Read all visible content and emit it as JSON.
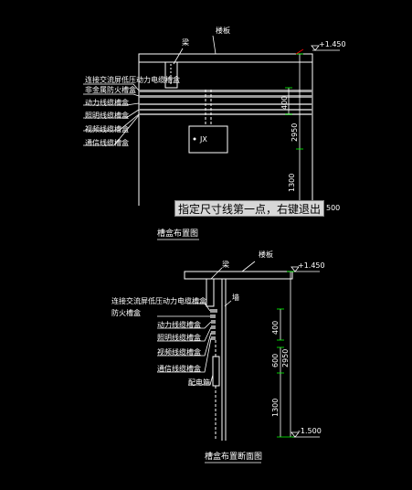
{
  "colors": {
    "background": "#000000",
    "line_white": "#ffffff",
    "line_yellow": "#ffff00",
    "tray_gray": "#9a9a9a",
    "dim_green": "#00ff00",
    "dim_red": "#ff0000",
    "tooltip_bg": "#d7d7d7"
  },
  "plan": {
    "beam_label": "梁",
    "floor_label": "楼板",
    "elev_top": "+1.450",
    "tray_labels": [
      "连接交流屏低压动力电缆槽盒",
      "非金属防火槽盒",
      "动力线缆槽盒",
      "照明线缆槽盒",
      "视频线缆槽盒",
      "通信线缆槽盒"
    ],
    "box_label": "JX",
    "dims": [
      "400",
      "2950",
      "1300"
    ],
    "partial_dim": "500",
    "title": "槽盒布置图"
  },
  "section": {
    "beam_label": "梁",
    "floor_label": "楼板",
    "wall_label": "墙",
    "elev_top": "+1.450",
    "elev_bottom": "-1.500",
    "tray_labels": [
      "连接交流屏低压动力电缆槽盒",
      "防火槽盒",
      "动力线缆槽盒",
      "照明线缆槽盒",
      "视频线缆槽盒",
      "通信线缆槽盒",
      "配电箱"
    ],
    "dims": [
      "400",
      "600",
      "1300",
      "2950"
    ],
    "title": "槽盒布置断面图"
  },
  "tooltip": {
    "text": "指定尺寸线第一点，右键退出"
  }
}
